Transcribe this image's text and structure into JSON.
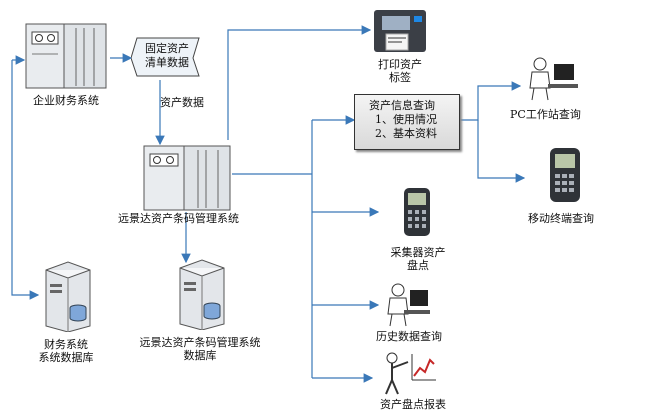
{
  "finance_system": {
    "label": "企业财务系统"
  },
  "fixed_asset_doc": {
    "line1": "固定资产",
    "line2": "清单数据"
  },
  "asset_data_label": "资产数据",
  "print_node": {
    "line1": "打印资产",
    "line2": "标签"
  },
  "query_box": {
    "title": "资产信息查询",
    "item1": "1、使用情况",
    "item2": "2、基本资料"
  },
  "pc_query": {
    "label": "PC工作站查询"
  },
  "mobile_query": {
    "label": "移动终端查询"
  },
  "barcode_system": {
    "label": "远景达资产条码管理系统"
  },
  "collector": {
    "line1": "采集器资产",
    "line2": "盘点"
  },
  "history": {
    "label": "历史数据查询"
  },
  "report": {
    "label": "资产盘点报表"
  },
  "finance_db": {
    "line1": "财务系统",
    "line2": "系统数据库"
  },
  "barcode_db": {
    "line1": "远景达资产条码管理系统",
    "line2": "数据库"
  },
  "colors": {
    "connector": "#3a78b8",
    "line": "#333333"
  }
}
